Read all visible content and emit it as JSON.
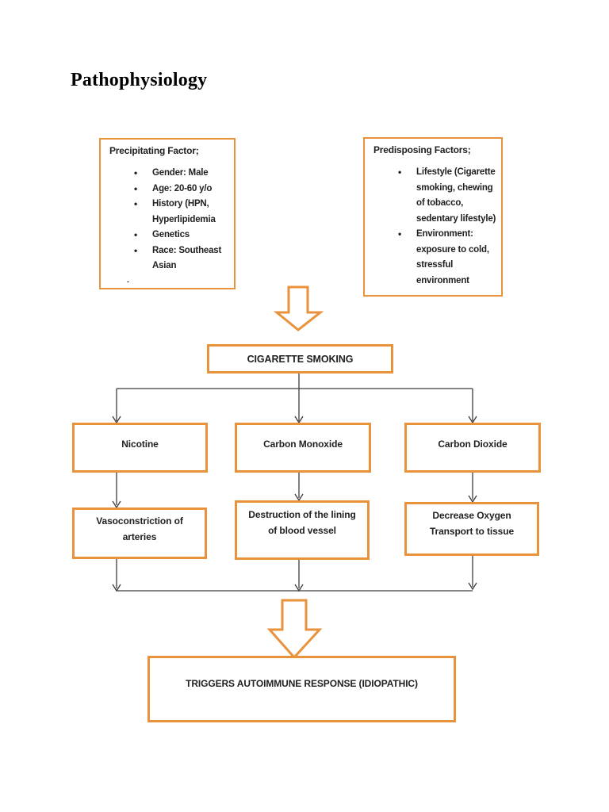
{
  "document": {
    "title": "Pathophysiology"
  },
  "colors": {
    "accent_orange": "#e8923c",
    "connector_line": "#3d3d3d",
    "text": "#212121"
  },
  "precipitating_box": {
    "title": "Precipitating Factor;",
    "items": [
      "Gender: Male",
      "Age: 20-60 y/o",
      "History (HPN, Hyperlipidemia",
      "Genetics",
      "Race: Southeast Asian"
    ],
    "footnote": "-"
  },
  "predisposing_box": {
    "title": "Predisposing Factors;",
    "items": [
      "Lifestyle (Cigarette smoking, chewing of tobacco, sedentary lifestyle)",
      "Environment: exposure to cold, stressful environment"
    ]
  },
  "flowchart": {
    "root": "CIGARETTE SMOKING",
    "level1": [
      "Nicotine",
      "Carbon Monoxide",
      "Carbon Dioxide"
    ],
    "level2": [
      "Vasoconstriction of arteries",
      "Destruction of the lining of blood vessel",
      "Decrease Oxygen Transport to tissue"
    ],
    "outcome": "TRIGGERS AUTOIMMUNE RESPONSE (IDIOPATHIC)"
  }
}
